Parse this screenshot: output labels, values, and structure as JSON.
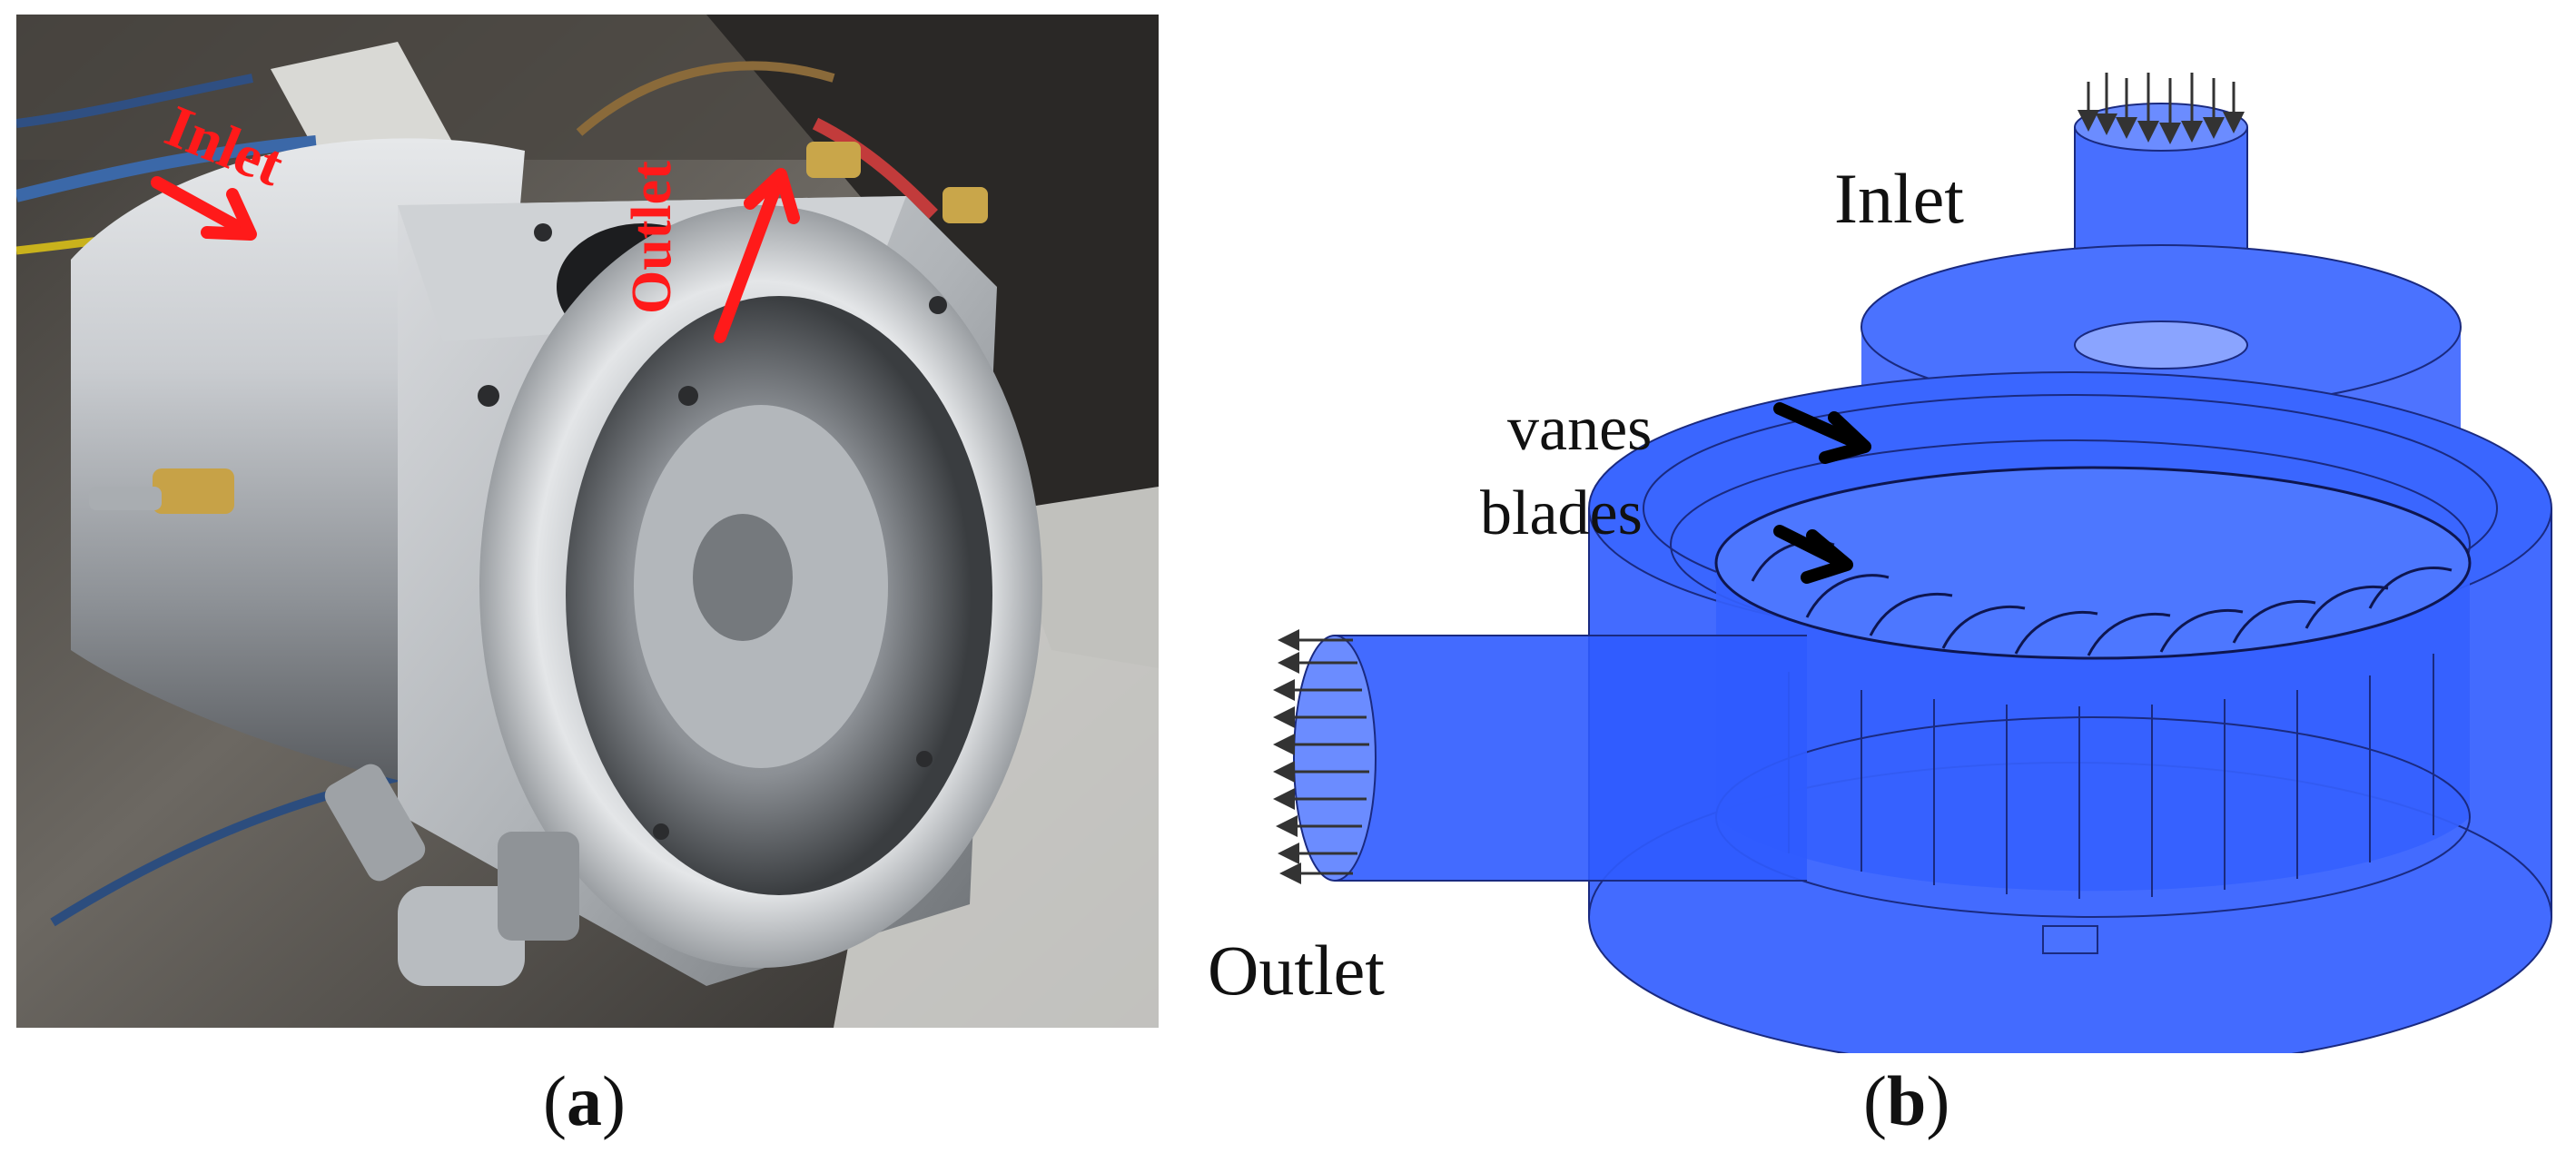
{
  "panel_a": {
    "inlet_label": "Inlet",
    "outlet_label": "Outlet",
    "label_color": "#ff1a1a"
  },
  "panel_b": {
    "inlet_label": "Inlet",
    "outlet_label": "Outlet",
    "vanes_label": "vanes",
    "blades_label": "blades",
    "model_color": "#2f5bff"
  },
  "captions": {
    "a": {
      "open": "(",
      "letter": "a",
      "close": ")"
    },
    "b": {
      "open": "(",
      "letter": "b",
      "close": ")"
    }
  }
}
